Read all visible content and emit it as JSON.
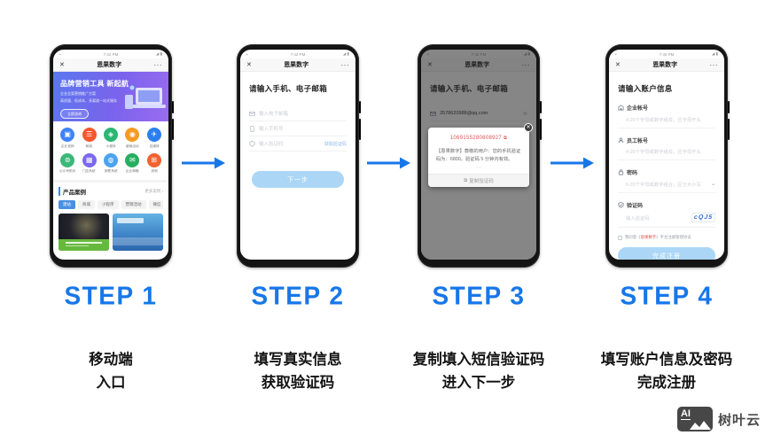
{
  "colors": {
    "accent": "#1777e9",
    "button_light_blue": "#abd6f6",
    "code_red": "#d9544f",
    "link_blue": "#8fb8ef"
  },
  "steps": [
    {
      "label": "STEP 1",
      "caption1": "移动端",
      "caption2": "入口"
    },
    {
      "label": "STEP 2",
      "caption1": "填写真实信息",
      "caption2": "获取验证码"
    },
    {
      "label": "STEP 3",
      "caption1": "复制填入短信验证码",
      "caption2": "进入下一步"
    },
    {
      "label": "STEP 4",
      "caption1": "填写账户信息及密码",
      "caption2": "完成注册"
    }
  ],
  "watermark": {
    "logo": "AI",
    "brand": "树叶云"
  },
  "common": {
    "close": "✕",
    "more": "···",
    "signal": "◢ ▮"
  },
  "p1": {
    "time": "7:42 PM",
    "title": "恩果数字",
    "banner": {
      "title": "品牌营销工具 新起航",
      "sub1": "企业全案营销推广方案",
      "sub2": "高质量、低成本、多渠道一站式服务",
      "btn": "立即咨询"
    },
    "apps": [
      {
        "label": "企业官网",
        "glyph": "▣",
        "color": "#3e83f8"
      },
      {
        "label": "商城",
        "glyph": "☰",
        "color": "#f5572e"
      },
      {
        "label": "小程序",
        "glyph": "◈",
        "color": "#2bb673"
      },
      {
        "label": "营销活动",
        "glyph": "◉",
        "color": "#f59a23"
      },
      {
        "label": "自媒体",
        "glyph": "✈",
        "color": "#2b7ff0"
      },
      {
        "label": "公众号助手",
        "glyph": "⊚",
        "color": "#3cb878"
      },
      {
        "label": "门店系统",
        "glyph": "▦",
        "color": "#7b68ee"
      },
      {
        "label": "销售系统",
        "glyph": "◍",
        "color": "#4aa3f0"
      },
      {
        "label": "企业邮箱",
        "glyph": "✉",
        "color": "#27ae60"
      },
      {
        "label": "其他",
        "glyph": "⊞",
        "color": "#f0622e"
      }
    ],
    "cases": {
      "header": "产品案例",
      "more": "更多案例 ›",
      "tabs": [
        "建站",
        "商城",
        "小程序",
        "营销活动",
        "微信"
      ]
    }
  },
  "p2": {
    "time": "7:42 PM",
    "title": "恩果数字",
    "heading": "请输入手机、电子邮箱",
    "f1": "输入电子邮箱",
    "f2": "输入手机号",
    "f3": "输入验证码",
    "f3_action": "获取验证码",
    "button": "下一步"
  },
  "p3": {
    "time": "7:42 PM",
    "title": "恩果数字",
    "heading": "请输入手机、电子邮箱",
    "email": "2578620988@qq.com",
    "clear": "⊗",
    "modal": {
      "code": "1069155280808927",
      "copy_icon": "⧉",
      "close": "✕",
      "body1": "【恩果数字】尊敬的用户：您的手机验证",
      "body2": "码为：6800。验证码 5 分钟内有效。",
      "dots": "⋯",
      "footer": "复制验证码"
    }
  },
  "p4": {
    "time": "7:45 PM",
    "title": "恩果数字",
    "heading": "请输入账户信息",
    "g1_label": "企业帐号",
    "g1_ph": "4-20个字母或数字组成，且字母开头",
    "g2_label": "员工帐号",
    "g2_ph": "4-20个字母或数字组成，且字母开头",
    "g3_label": "密码",
    "g3_ph": "6-20个字母或数字组合，区分大小写",
    "g3_chevron": "⌄",
    "g4_label": "验证码",
    "g4_ph": "输入验证码",
    "captcha": "cQJ5",
    "agree_prefix": "我同意《",
    "agree_brand": "恩果数字",
    "agree_suffix": "》平台注册管理协议",
    "button": "完成注册"
  }
}
